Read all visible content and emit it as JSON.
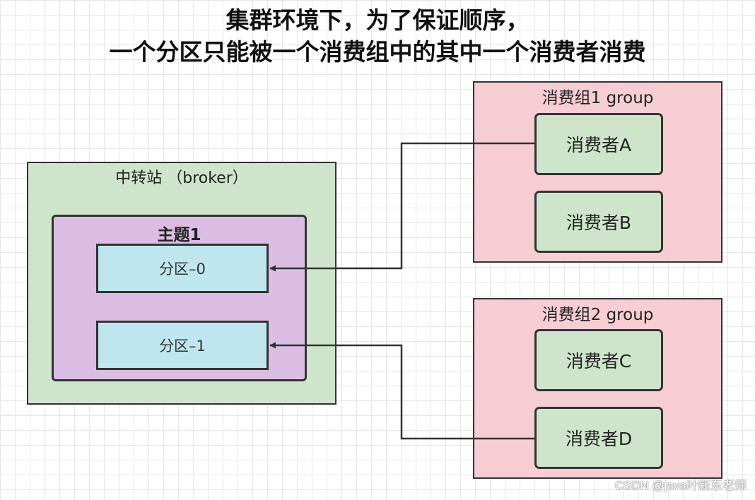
{
  "title": {
    "line1": "集群环境下，为了保证顺序，",
    "line2": "一个分区只能被一个消费组中的其中一个消费者消费"
  },
  "broker": {
    "label": "中转站 （broker）",
    "topic": {
      "label": "主题1",
      "partitions": [
        "分区–0",
        "分区–1"
      ]
    }
  },
  "groups": [
    {
      "label": "消费组1 group",
      "consumers": [
        "消费者A",
        "消费者B"
      ]
    },
    {
      "label": "消费组2 group",
      "consumers": [
        "消费者C",
        "消费者D"
      ]
    }
  ],
  "connections": [
    {
      "from": "消费者A",
      "to": "分区–0"
    },
    {
      "from": "消费者D",
      "to": "分区–1"
    }
  ],
  "watermark": "CSDN @java叶新东老师",
  "colors": {
    "broker": "#cfe5cb",
    "topic": "#dbbde3",
    "partition": "#bfe6ef",
    "group": "#f6cdd3",
    "consumer": "#cfe5cb",
    "line": "#333333"
  }
}
